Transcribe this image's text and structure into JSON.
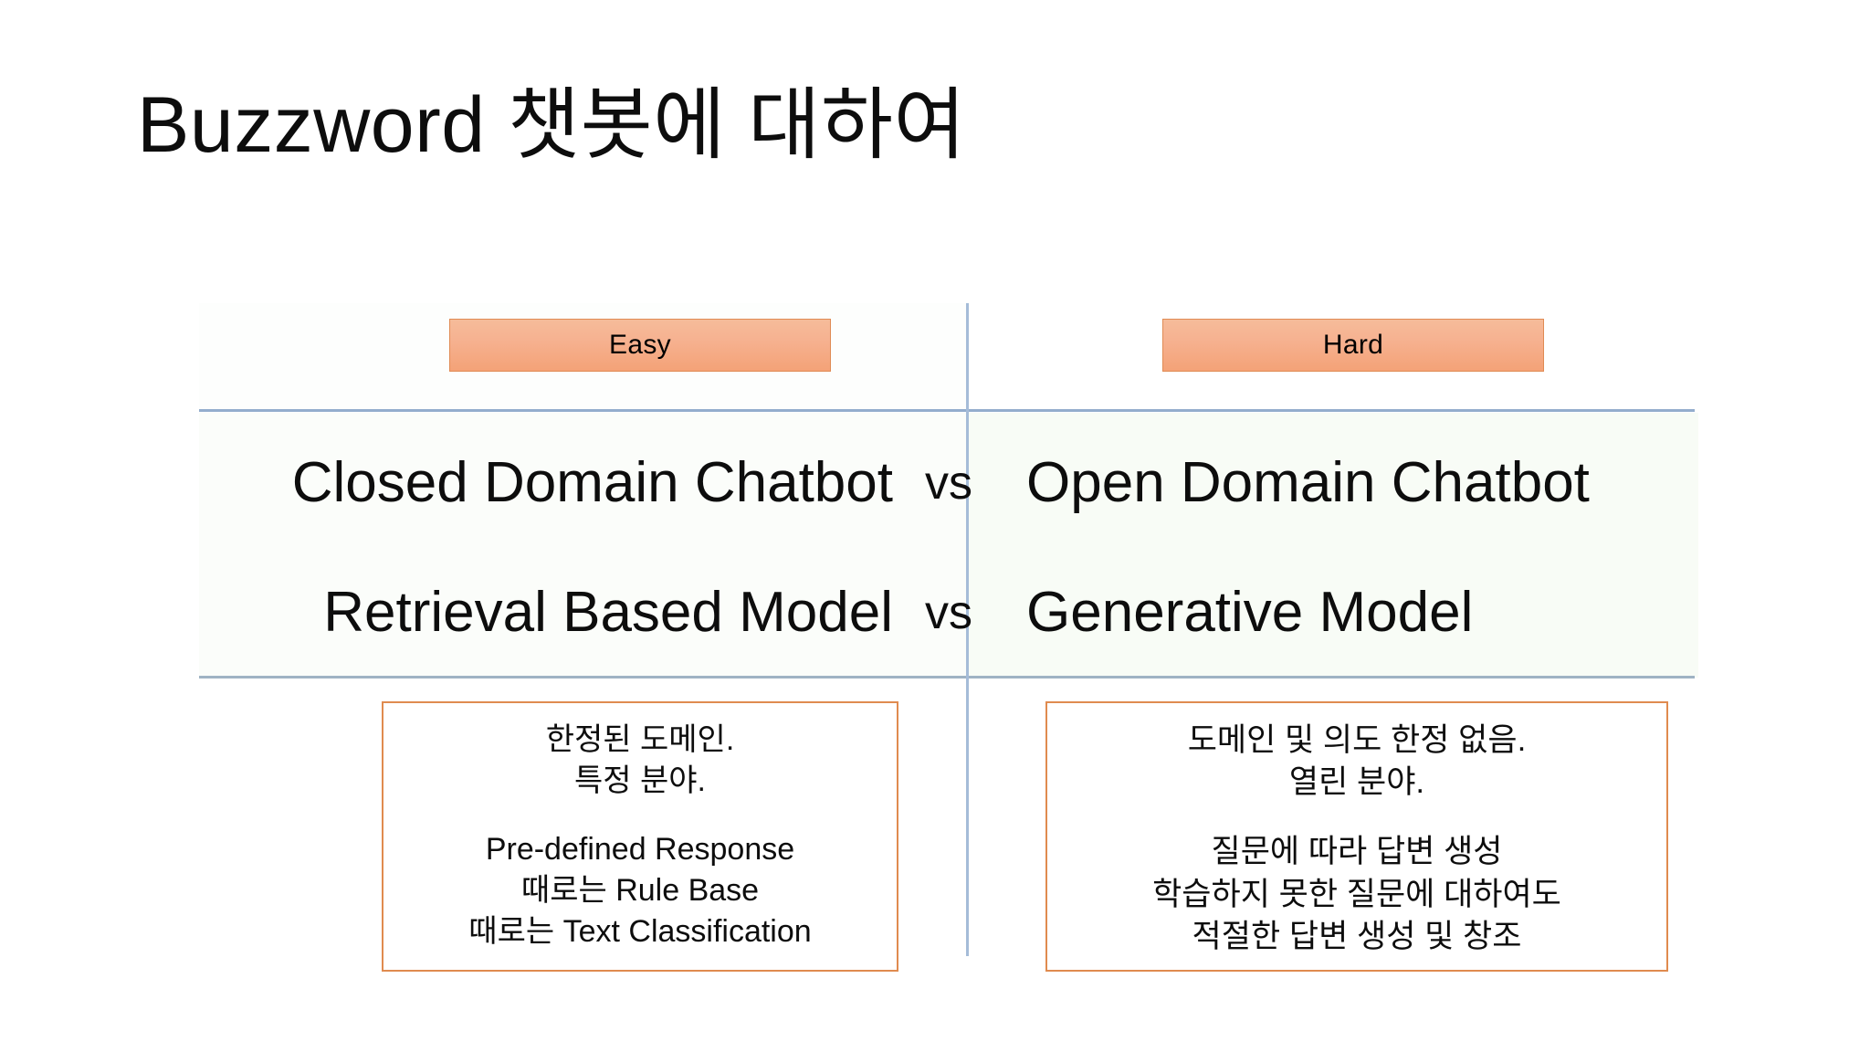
{
  "slide": {
    "title": "Buzzword 챗봇에 대하여",
    "accent_orange": "#f4a277",
    "accent_orange_border": "#e08b4f",
    "divider_blue": "#93adcd",
    "text_color": "#0d0d0d",
    "background": "#ffffff"
  },
  "headers": {
    "left": "Easy",
    "right": "Hard"
  },
  "comparison": {
    "vs_label": "vs",
    "rows": [
      {
        "left": "Closed Domain Chatbot",
        "vs": "vs",
        "right": "Open Domain Chatbot"
      },
      {
        "left": "Retrieval Based Model",
        "vs": "vs",
        "right": "Generative Model"
      }
    ]
  },
  "details": {
    "left": {
      "group_a": [
        "한정된 도메인.",
        "특정 분야."
      ],
      "group_b": [
        "Pre-defined Response",
        "때로는 Rule Base",
        "때로는 Text Classification"
      ]
    },
    "right": {
      "group_a": [
        "도메인 및 의도 한정 없음.",
        "열린 분야."
      ],
      "group_b": [
        "질문에 따라 답변 생성",
        "학습하지 못한 질문에 대하여도",
        "적절한 답변 생성 및 창조"
      ]
    }
  }
}
